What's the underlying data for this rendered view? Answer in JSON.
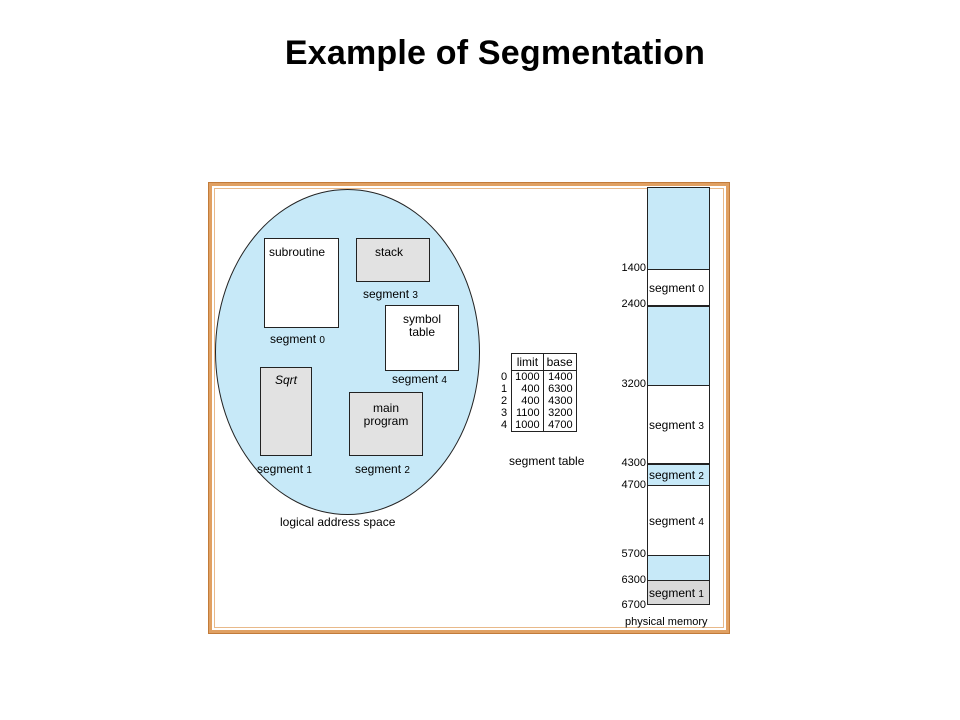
{
  "title": "Example of Segmentation",
  "logical": {
    "caption": "logical address space",
    "boxes": {
      "subroutine": "subroutine",
      "stack": "stack",
      "symbol_table_1": "symbol",
      "symbol_table_2": "table",
      "sqrt": "Sqrt",
      "main_1": "main",
      "main_2": "program"
    },
    "labels": {
      "seg0": {
        "word": "segment",
        "num": "0"
      },
      "seg3": {
        "word": "segment",
        "num": "3"
      },
      "seg4": {
        "word": "segment",
        "num": "4"
      },
      "seg1": {
        "word": "segment",
        "num": "1"
      },
      "seg2": {
        "word": "segment",
        "num": "2"
      }
    }
  },
  "segment_table": {
    "caption": "segment table",
    "headers": {
      "limit": "limit",
      "base": "base"
    },
    "rows": [
      {
        "index": "0",
        "limit": "1000",
        "base": "1400"
      },
      {
        "index": "1",
        "limit": "400",
        "base": "6300"
      },
      {
        "index": "2",
        "limit": "400",
        "base": "4300"
      },
      {
        "index": "3",
        "limit": "1100",
        "base": "3200"
      },
      {
        "index": "4",
        "limit": "1000",
        "base": "4700"
      }
    ]
  },
  "physical": {
    "caption": "physical memory",
    "addresses": [
      "1400",
      "2400",
      "3200",
      "4300",
      "4700",
      "5700",
      "6300",
      "6700"
    ],
    "segments": [
      {
        "word": "segment",
        "num": "0"
      },
      {
        "word": "segment",
        "num": "3"
      },
      {
        "word": "segment",
        "num": "2"
      },
      {
        "word": "segment",
        "num": "4"
      },
      {
        "word": "segment",
        "num": "1"
      }
    ]
  },
  "colors": {
    "memory_blue": "#c7e9f8",
    "frame": "#e0a062"
  }
}
